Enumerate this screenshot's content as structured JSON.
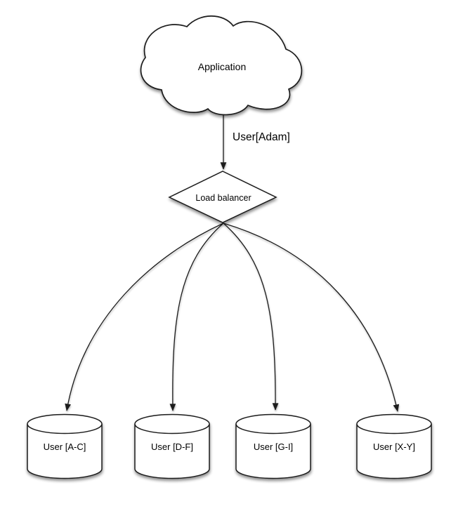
{
  "diagram": {
    "cloud": {
      "label": "Application"
    },
    "request_edge": {
      "label": "User[Adam]"
    },
    "load_balancer": {
      "label": "Load balancer"
    },
    "shards": [
      {
        "label": "User [A-C]"
      },
      {
        "label": "User [D-F]"
      },
      {
        "label": "User [G-I]"
      },
      {
        "label": "User [X-Y]"
      }
    ],
    "colors": {
      "background": "#ffffff",
      "shape_fill": "#ffffff",
      "stroke": "#1a1a1a",
      "text": "#000000"
    }
  }
}
